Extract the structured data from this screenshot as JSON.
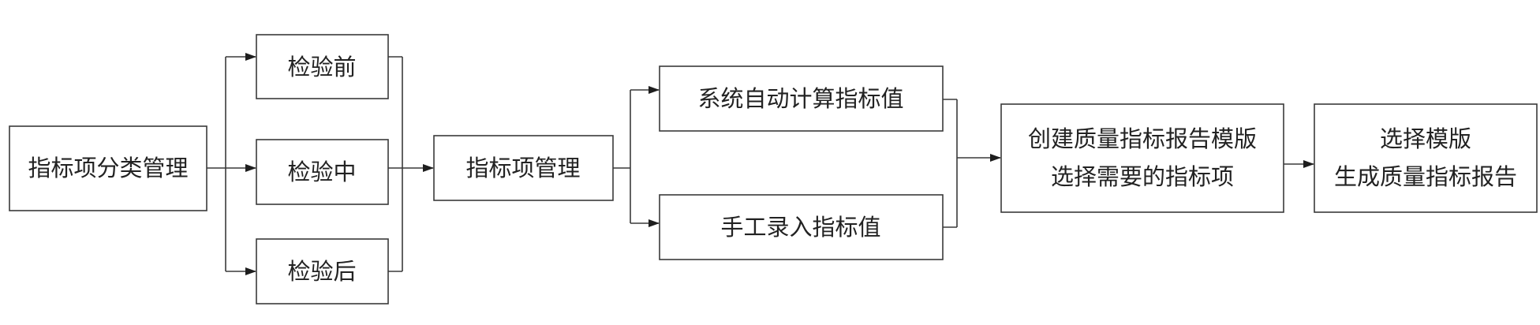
{
  "diagram": {
    "nodes": {
      "classify": "指标项分类管理",
      "pre": "检验前",
      "mid": "检验中",
      "post": "检验后",
      "item_mgmt": "指标项管理",
      "auto_calc": "系统自动计算指标值",
      "manual": "手工录入指标值",
      "template_line1": "创建质量指标报告模版",
      "template_line2": "选择需要的指标项",
      "report_line1": "选择模版",
      "report_line2": "生成质量指标报告"
    }
  }
}
